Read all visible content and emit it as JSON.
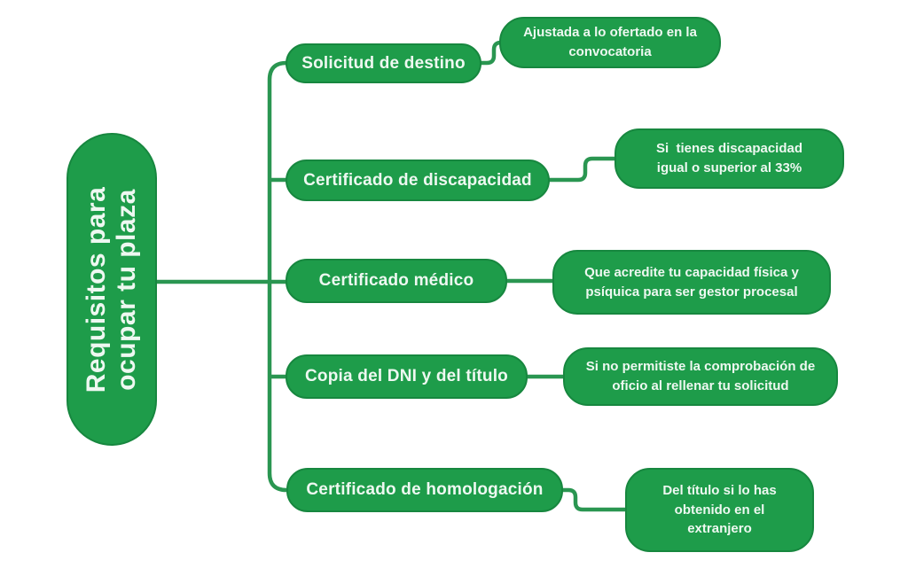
{
  "diagram": {
    "type": "mindmap",
    "title": "Requisitos para ocupar tu plaza",
    "root": {
      "label": "Requisitos para ocupar tu plaza",
      "label_lines": [
        "Requisitos para",
        "ocupar tu plaza"
      ]
    },
    "branches": [
      {
        "label": "Solicitud de destino",
        "note": "Ajustada a lo ofertado en la convocatoria",
        "note_lines": [
          "Ajustada a lo ofertado en la",
          "convocatoria"
        ]
      },
      {
        "label": "Certificado de discapacidad",
        "note": "Si tienes discapacidad igual o superior al 33%",
        "note_lines": [
          "Si  tienes discapacidad",
          "igual o superior al 33%"
        ]
      },
      {
        "label": "Certificado médico",
        "note": "Que acredite tu capacidad física y psíquica para ser gestor procesal",
        "note_lines": [
          "Que acredite tu capacidad física y",
          "psíquica para ser gestor procesal"
        ]
      },
      {
        "label": "Copia del DNI y del título",
        "note": "Si no permitiste la comprobación de oficio al rellenar tu solicitud",
        "note_lines": [
          "Si no permitiste la comprobación de",
          "oficio al rellenar tu solicitud"
        ]
      },
      {
        "label": "Certificado de homologación",
        "note": "Del título si lo has obtenido en el extranjero",
        "note_lines": [
          "Del título si lo has",
          "obtenido en el",
          "extranjero"
        ]
      }
    ],
    "colors": {
      "node_fill": "#1e9c4a",
      "node_border": "#17873f",
      "connector": "#2a9651",
      "text": "#eef8f1",
      "background": "#ffffff"
    }
  }
}
